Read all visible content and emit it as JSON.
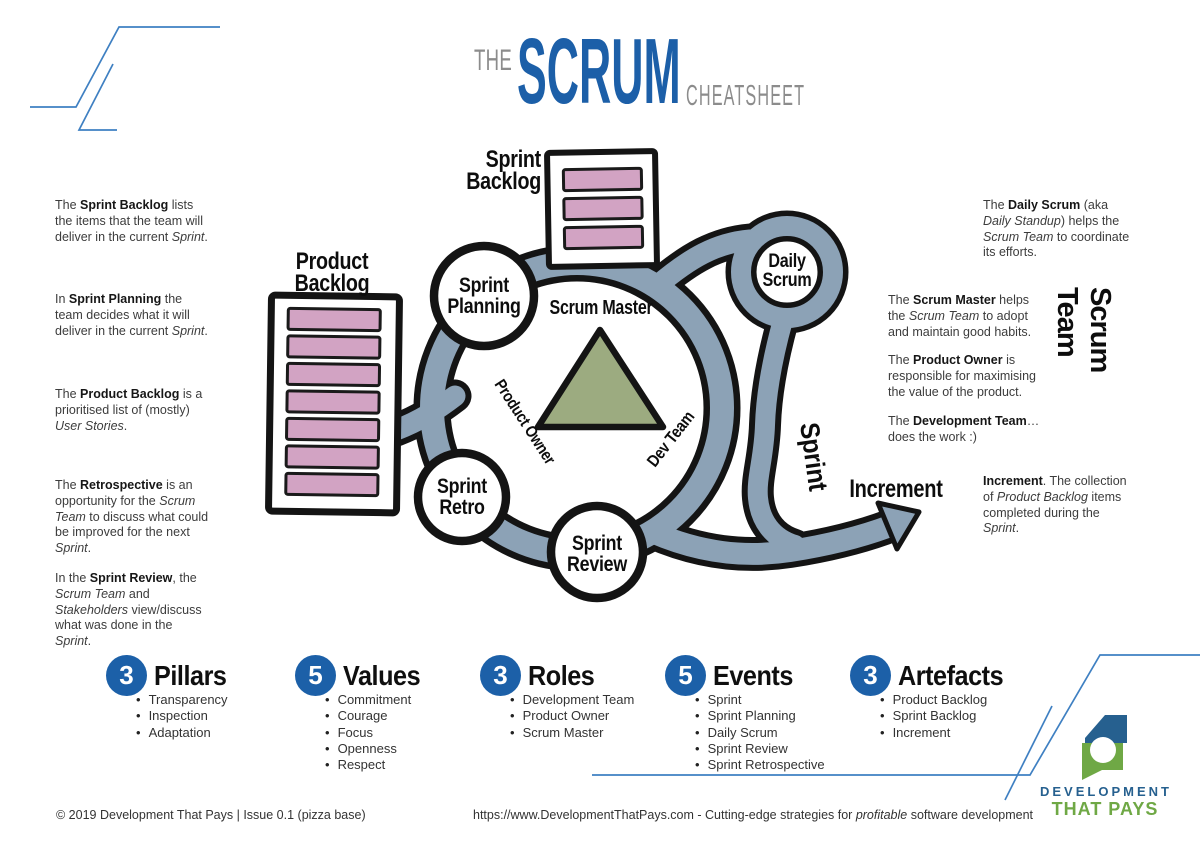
{
  "title": {
    "pre": "THE",
    "main": "SCRUM",
    "post": "CHEATSHEET"
  },
  "colors": {
    "accent_blue": "#1C5FA8",
    "band_blue_gray": "#8CA2B6",
    "card_pink": "#D2A3C3",
    "triangle_olive": "#9CAB80",
    "decor_line_blue": "#3F80C2",
    "logo_blue": "#26608F",
    "logo_green": "#6FA845"
  },
  "notes": {
    "left": [
      {
        "segments": [
          {
            "t": "The "
          },
          {
            "t": "Sprint Backlog",
            "b": true
          },
          {
            "t": " lists the items that the team will deliver in the current "
          },
          {
            "t": "Sprint",
            "i": true
          },
          {
            "t": "."
          }
        ]
      },
      {
        "segments": [
          {
            "t": "In "
          },
          {
            "t": "Sprint Planning",
            "b": true
          },
          {
            "t": " the team decides what it will deliver in the current "
          },
          {
            "t": "Sprint",
            "i": true
          },
          {
            "t": "."
          }
        ]
      },
      {
        "segments": [
          {
            "t": "The "
          },
          {
            "t": "Product Backlog",
            "b": true
          },
          {
            "t": " is a prioritised list of (mostly) "
          },
          {
            "t": "User Stories",
            "i": true
          },
          {
            "t": "."
          }
        ]
      },
      {
        "segments": [
          {
            "t": "The "
          },
          {
            "t": "Retrospective",
            "b": true
          },
          {
            "t": " is an opportunity for the "
          },
          {
            "t": "Scrum Team",
            "i": true
          },
          {
            "t": " to discuss what could be improved for the next "
          },
          {
            "t": "Sprint",
            "i": true
          },
          {
            "t": "."
          }
        ]
      },
      {
        "segments": [
          {
            "t": "In the "
          },
          {
            "t": "Sprint Review",
            "b": true
          },
          {
            "t": ", the "
          },
          {
            "t": "Scrum Team",
            "i": true
          },
          {
            "t": " and "
          },
          {
            "t": "Stakeholders",
            "i": true
          },
          {
            "t": " view/discuss what was done in the "
          },
          {
            "t": "Sprint",
            "i": true
          },
          {
            "t": "."
          }
        ]
      }
    ],
    "daily_scrum": {
      "segments": [
        {
          "t": "The "
        },
        {
          "t": "Daily Scrum",
          "b": true
        },
        {
          "t": " (aka "
        },
        {
          "t": "Daily Standup",
          "i": true
        },
        {
          "t": ") helps the "
        },
        {
          "t": "Scrum Team",
          "i": true
        },
        {
          "t": " to coordinate its efforts."
        }
      ]
    },
    "scrum_master": {
      "segments": [
        {
          "t": "The "
        },
        {
          "t": "Scrum Master",
          "b": true
        },
        {
          "t": " helps the "
        },
        {
          "t": "Scrum Team",
          "i": true
        },
        {
          "t": " to adopt and maintain good habits."
        }
      ]
    },
    "product_owner": {
      "segments": [
        {
          "t": "The "
        },
        {
          "t": "Product Owner",
          "b": true
        },
        {
          "t": " is responsible for maximising the value of the product."
        }
      ]
    },
    "development_team": {
      "segments": [
        {
          "t": "The "
        },
        {
          "t": "Development Team",
          "b": true
        },
        {
          "t": "… does the work :)"
        }
      ]
    },
    "increment": {
      "segments": [
        {
          "t": "Increment",
          "b": true
        },
        {
          "t": ". The collection of "
        },
        {
          "t": "Product Backlog",
          "i": true
        },
        {
          "t": " items completed during the "
        },
        {
          "t": "Sprint",
          "i": true
        },
        {
          "t": "."
        }
      ]
    },
    "scrum_team_vertical": "Scrum Team"
  },
  "diagram": {
    "labels": {
      "product_backlog": [
        "Product",
        "Backlog"
      ],
      "sprint_backlog": [
        "Sprint",
        "Backlog"
      ],
      "sprint_planning": [
        "Sprint",
        "Planning"
      ],
      "daily_scrum": [
        "Daily",
        "Scrum"
      ],
      "sprint_retro": [
        "Sprint",
        "Retro"
      ],
      "sprint_review": [
        "Sprint",
        "Review"
      ],
      "scrum_master": "Scrum Master",
      "product_owner": "Product Owner",
      "dev_team": "Dev Team",
      "sprint_flow": "Sprint",
      "increment": "Increment"
    }
  },
  "stats": [
    {
      "count": "3",
      "title": "Pillars",
      "items": [
        "Transparency",
        "Inspection",
        "Adaptation"
      ]
    },
    {
      "count": "5",
      "title": "Values",
      "items": [
        "Commitment",
        "Courage",
        "Focus",
        "Openness",
        "Respect"
      ]
    },
    {
      "count": "3",
      "title": "Roles",
      "items": [
        "Development Team",
        "Product Owner",
        "Scrum Master"
      ]
    },
    {
      "count": "5",
      "title": "Events",
      "items": [
        "Sprint",
        "Sprint Planning",
        "Daily Scrum",
        "Sprint Review",
        "Sprint Retrospective"
      ]
    },
    {
      "count": "3",
      "title": "Artefacts",
      "items": [
        "Product Backlog",
        "Sprint Backlog",
        "Increment"
      ]
    }
  ],
  "footer": {
    "left": "© 2019 Development That Pays | Issue 0.1 (pizza base)",
    "center": {
      "segments": [
        {
          "t": "https://www.DevelopmentThatPays.com - Cutting-edge strategies for "
        },
        {
          "t": "profitable",
          "i": true
        },
        {
          "t": " software development"
        }
      ]
    }
  },
  "logo": {
    "line1": "DEVELOPMENT",
    "line2": "THAT PAYS"
  }
}
